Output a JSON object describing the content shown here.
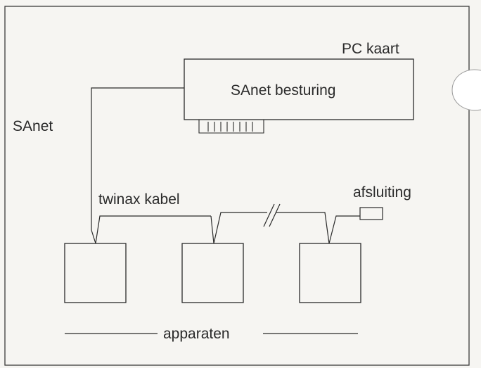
{
  "labels": {
    "pc_card": "PC kaart",
    "controller": "SAnet besturing",
    "network": "SAnet",
    "cable": "twinax kabel",
    "terminator": "afsluiting",
    "devices": "apparaten"
  },
  "colors": {
    "ink": "#2a2a2a",
    "paper": "#f6f5f2"
  }
}
